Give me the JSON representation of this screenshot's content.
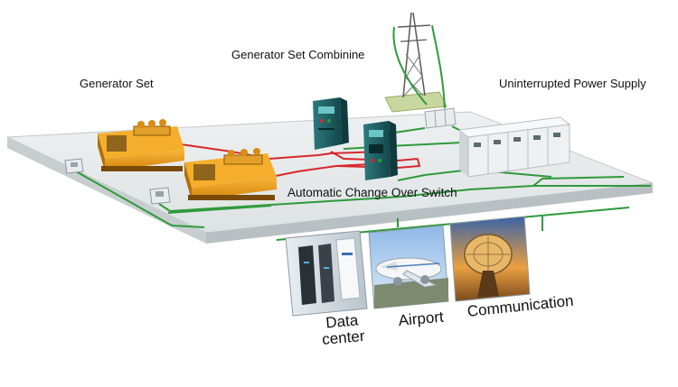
{
  "labels": {
    "generator_set": "Generator Set",
    "generator_set_combiner": "Generator Set Combinine",
    "ups": "Uninterrupted Power Supply",
    "ats": "Automatic Change Over Switch",
    "data_center_line1": "Data",
    "data_center_line2": "center",
    "airport": "Airport",
    "communication": "Communication"
  },
  "colors": {
    "platform_top": "#e3e7e8",
    "platform_edge": "#c8ced0",
    "generator_body": "#e8960f",
    "generator_dark": "#7a4a08",
    "cabinet": "#1d5f64",
    "ups_cabinet": "#eef0f1",
    "power_line": "#d9262c",
    "signal_line": "#2e9a3a"
  },
  "icons": {
    "generator": "generator-icon",
    "combiner": "control-cabinet-icon",
    "ats": "switch-cabinet-icon",
    "ups": "ups-rack-icon",
    "tower": "transmission-tower-icon",
    "junction": "junction-box-icon"
  }
}
